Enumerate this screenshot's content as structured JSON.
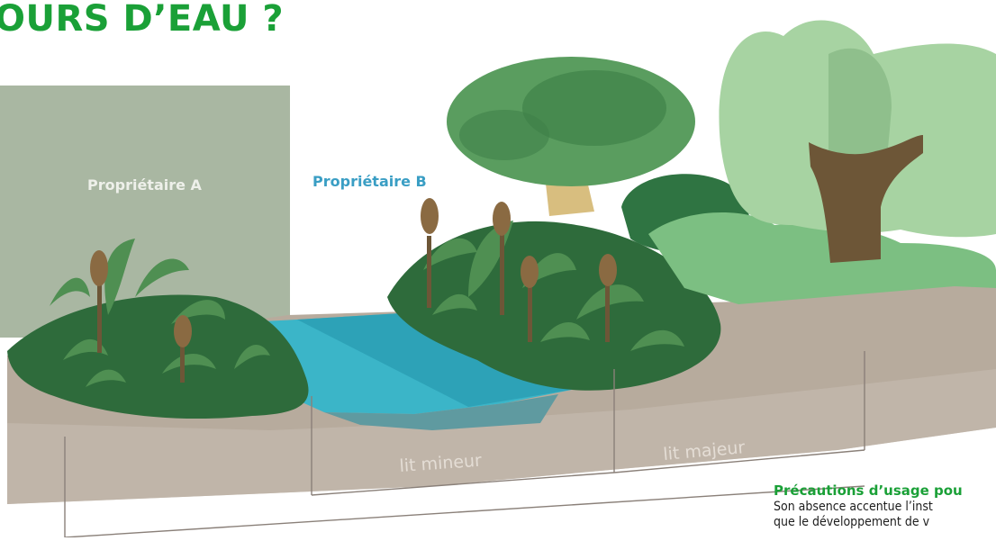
{
  "title": "OURS D’EAU ?",
  "labels": {
    "owner_a": "Propriétaire A",
    "owner_b": "Propriétaire B",
    "lit_mineur": "lit mineur",
    "lit_majeur": "lit majeur"
  },
  "precautions": {
    "heading": "Précautions d’usage pou",
    "line1": "Son absence accentue l’inst",
    "line2": "que le développement de v"
  },
  "colors": {
    "title": "#1aa037",
    "owner_b": "#3a9ec4",
    "water": "#3bb5c8",
    "ground": "#b7ab9d",
    "dark_vegetation": "#2e6b3b",
    "trunk": "#6d5637"
  }
}
